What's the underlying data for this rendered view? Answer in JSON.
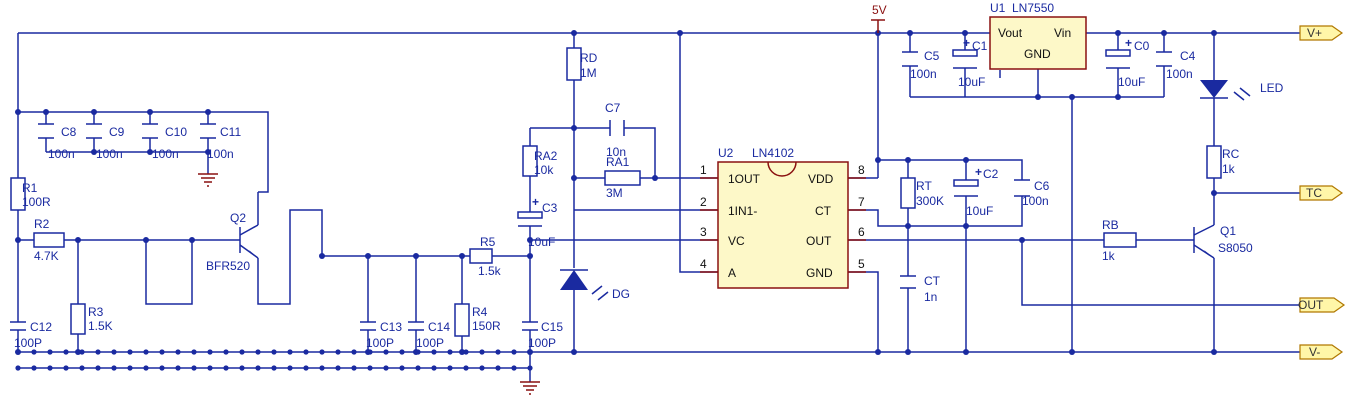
{
  "power": {
    "label": "5V"
  },
  "ports": {
    "vplus": "V+",
    "tc": "TC",
    "out": "OUT",
    "vminus": "V-"
  },
  "components": {
    "u1": {
      "ref": "U1",
      "value": "LN7550",
      "pin_vout": "Vout",
      "pin_vin": "Vin",
      "pin_gnd": "GND"
    },
    "u2": {
      "ref": "U2",
      "value": "LN4102",
      "pins_left": [
        "1OUT",
        "1IN1-",
        "VC",
        "A"
      ],
      "pins_right": [
        "VDD",
        "CT",
        "OUT",
        "GND"
      ],
      "nums_left": [
        "1",
        "2",
        "3",
        "4"
      ],
      "nums_right": [
        "8",
        "7",
        "6",
        "5"
      ]
    },
    "r1": {
      "ref": "R1",
      "value": "100R"
    },
    "r2": {
      "ref": "R2",
      "value": "4.7K"
    },
    "r3": {
      "ref": "R3",
      "value": "1.5K"
    },
    "r4": {
      "ref": "R4",
      "value": "150R"
    },
    "r5": {
      "ref": "R5",
      "value": "1.5k"
    },
    "rd": {
      "ref": "RD",
      "value": "1M"
    },
    "ra1": {
      "ref": "RA1",
      "value": "3M"
    },
    "ra2": {
      "ref": "RA2",
      "value": "10k"
    },
    "rt": {
      "ref": "RT",
      "value": "300K"
    },
    "rb": {
      "ref": "RB",
      "value": "1k"
    },
    "rc": {
      "ref": "RC",
      "value": "1k"
    },
    "c0": {
      "ref": "C0",
      "value": "10uF"
    },
    "c1": {
      "ref": "C1",
      "value": "10uF"
    },
    "c2": {
      "ref": "C2",
      "value": "10uF"
    },
    "c3": {
      "ref": "C3",
      "value": "10uF"
    },
    "c4": {
      "ref": "C4",
      "value": "100n"
    },
    "c5": {
      "ref": "C5",
      "value": "100n"
    },
    "c6": {
      "ref": "C6",
      "value": "100n"
    },
    "c7": {
      "ref": "C7",
      "value": "10n"
    },
    "c8": {
      "ref": "C8",
      "value": "100n"
    },
    "c9": {
      "ref": "C9",
      "value": "100n"
    },
    "c10": {
      "ref": "C10",
      "value": "100n"
    },
    "c11": {
      "ref": "C11",
      "value": "100n"
    },
    "c12": {
      "ref": "C12",
      "value": "100P"
    },
    "c13": {
      "ref": "C13",
      "value": "100P"
    },
    "c14": {
      "ref": "C14",
      "value": "100P"
    },
    "c15": {
      "ref": "C15",
      "value": "100P"
    },
    "ct": {
      "ref": "CT",
      "value": "1n"
    },
    "q1": {
      "ref": "Q1",
      "value": "S8050"
    },
    "q2": {
      "ref": "Q2",
      "value": "BFR520"
    },
    "led": {
      "ref": "LED"
    },
    "dg": {
      "ref": "DG"
    }
  },
  "colors": {
    "wire": "#1a2aa0",
    "ic_fill": "#fdf8c8",
    "ic_border": "#8a1010",
    "port_fill": "#fff6a8"
  }
}
